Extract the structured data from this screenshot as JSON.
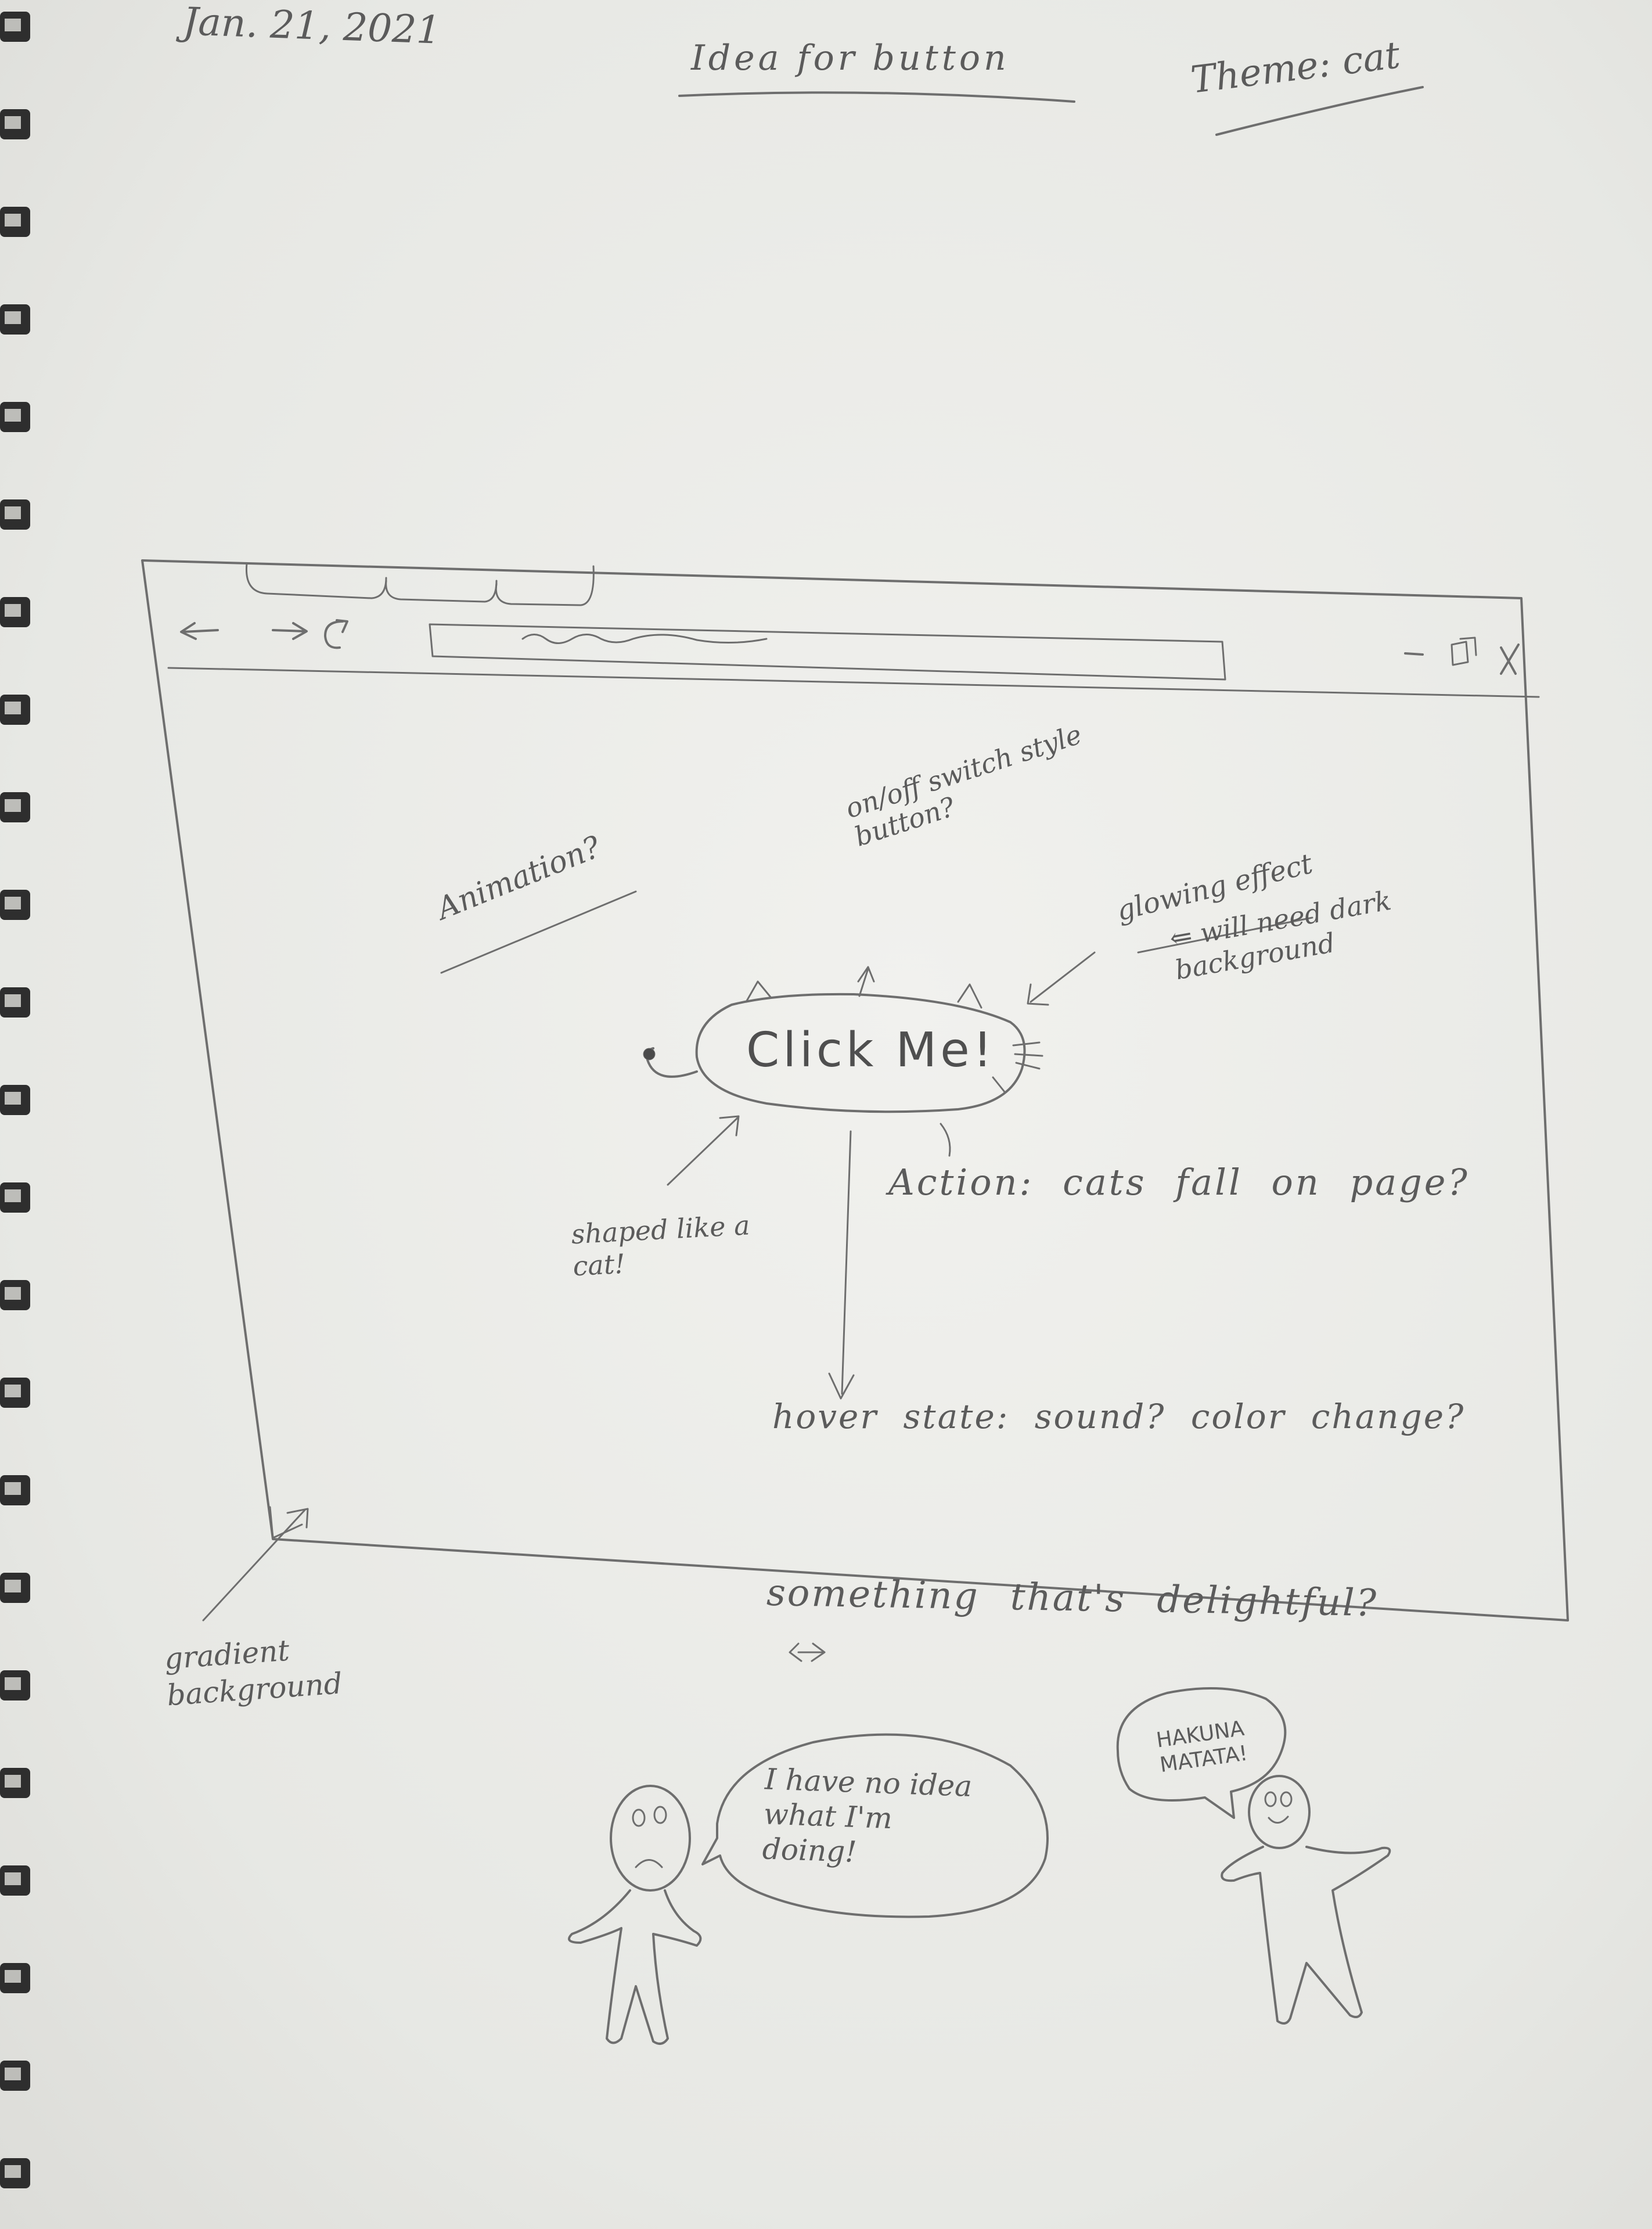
{
  "header": {
    "date": "Jan. 21, 2021",
    "title": "Idea for button",
    "theme": "Theme: cat"
  },
  "browser": {
    "window_controls": {
      "minimize": "−",
      "restore": "⧉",
      "close": "×"
    },
    "nav_icons": [
      "back-arrow-icon",
      "forward-arrow-icon",
      "reload-icon"
    ],
    "tab_count": 3
  },
  "main": {
    "button_label": "Click Me!"
  },
  "annotations": {
    "animation": "Animation?",
    "switch_style": "on/off switch style button?",
    "glowing": "glowing effect",
    "dark_background": "⇐ will need dark background",
    "shaped": "shaped like a cat!",
    "action": "Action: cats fall on page?",
    "hover": "hover state: sound? color change?",
    "gradient": "gradient background",
    "delightful": "something that's delightful?"
  },
  "characters": {
    "left_speech": "I have no idea what I'm doing!",
    "right_speech": "HAKUNA MATATA!"
  }
}
